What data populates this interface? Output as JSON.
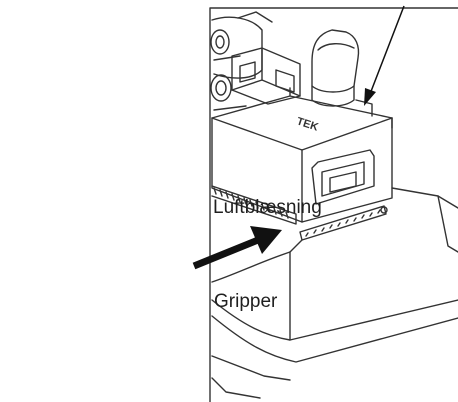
{
  "labels": {
    "air_blow": "Luftblæsning",
    "gripper": "Gripper"
  },
  "device_marking": "TEK",
  "colors": {
    "line": "#333333",
    "arrow": "#111111",
    "background": "#ffffff"
  }
}
